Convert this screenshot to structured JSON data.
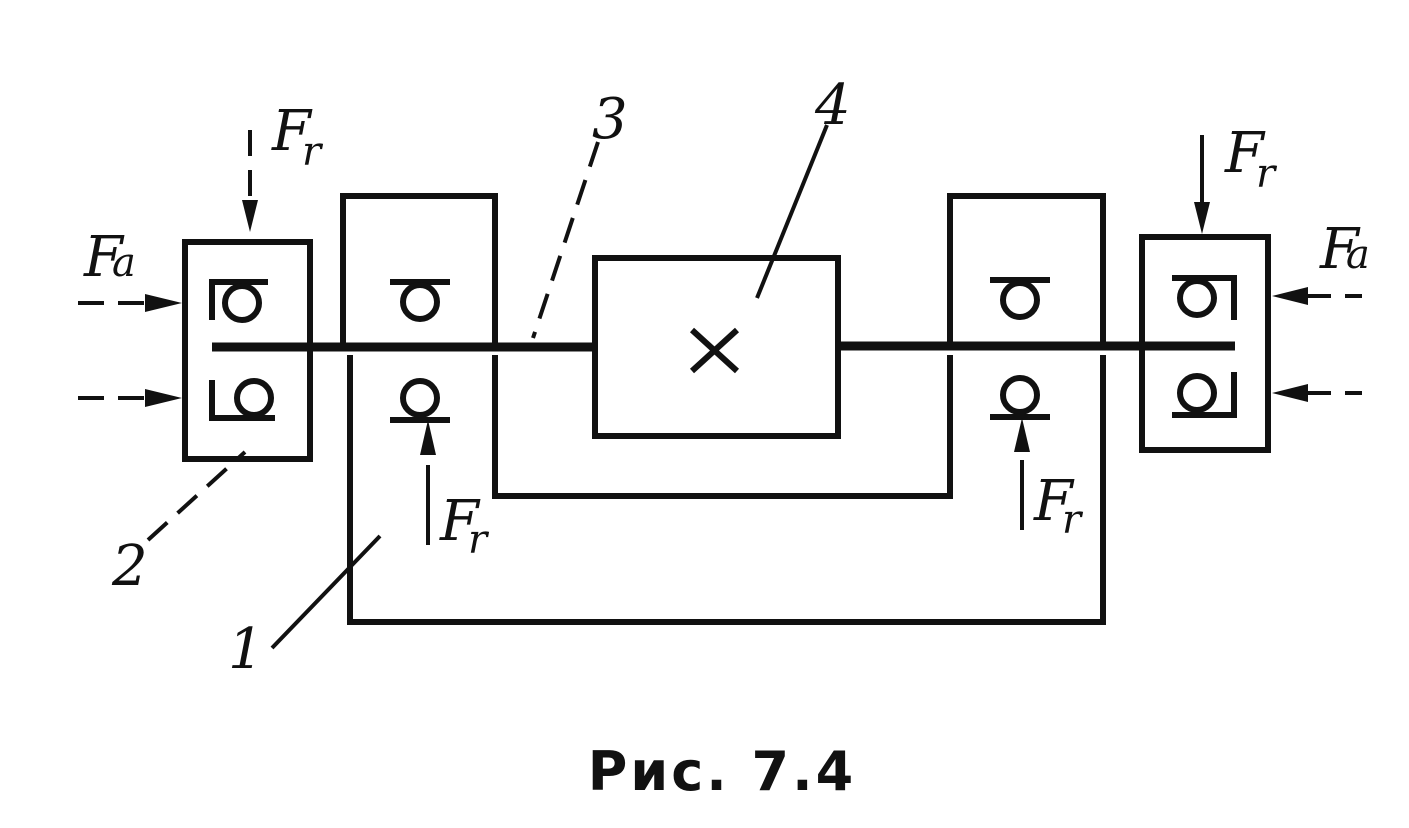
{
  "labels": {
    "support_1": "1",
    "bearing_2": "2",
    "shaft_3": "3",
    "gear_4": "4"
  },
  "forces": {
    "radial": {
      "symbol": "F",
      "subscript": "r"
    },
    "axial": {
      "symbol": "F",
      "subscript": "a"
    }
  },
  "caption": "Рис.  7.4"
}
